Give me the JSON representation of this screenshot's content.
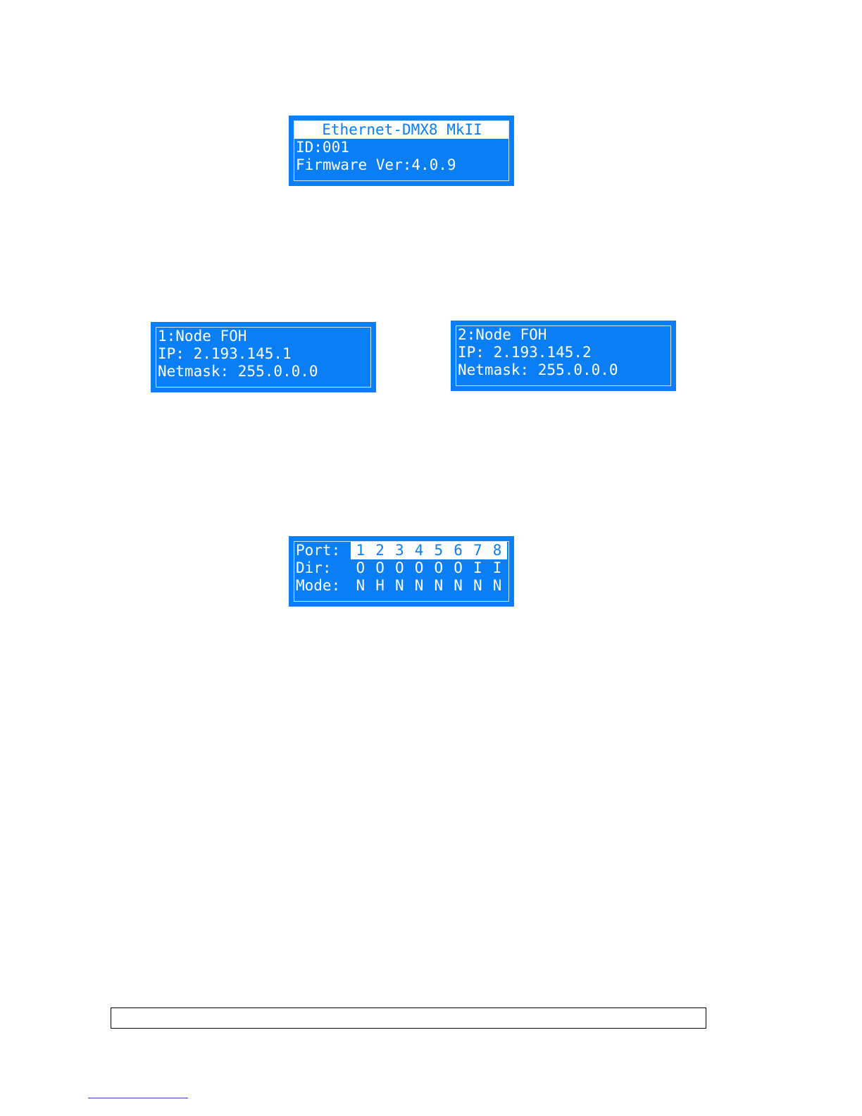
{
  "info_display": {
    "header": "Ethernet-DMX8 MkII",
    "id_line": "ID:001",
    "firmware_line": "Firmware Ver:4.0.9"
  },
  "node1_display": {
    "name_line": "1:Node FOH",
    "ip_line": "IP: 2.193.145.1",
    "netmask_line": "Netmask: 255.0.0.0"
  },
  "node2_display": {
    "name_line": "2:Node FOH",
    "ip_line": "IP: 2.193.145.2",
    "netmask_line": "Netmask: 255.0.0.0"
  },
  "ports_display": {
    "port_label": "Port:",
    "dir_label": "Dir:",
    "mode_label": "Mode:",
    "ports": [
      "1",
      "2",
      "3",
      "4",
      "5",
      "6",
      "7",
      "8"
    ],
    "dirs": [
      "O",
      "O",
      "O",
      "O",
      "O",
      "O",
      "I",
      "I"
    ],
    "modes": [
      "N",
      "H",
      "N",
      "N",
      "N",
      "N",
      "N",
      "N"
    ]
  },
  "colors": {
    "lcd_background": "#0a7ff5",
    "lcd_text": "#ffffff"
  }
}
